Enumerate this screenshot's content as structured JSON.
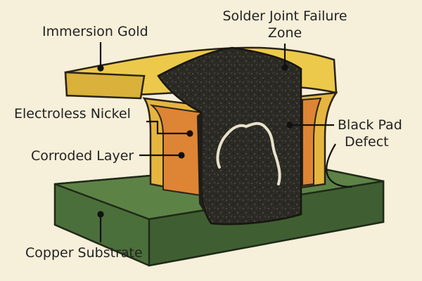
{
  "labels": {
    "immersion_gold": "Immersion Gold",
    "failure_zone_line1": "Solder Joint Failure",
    "failure_zone_line2": "Zone",
    "electroless_nickel": "Electroless Nickel",
    "corroded_layer": "Corroded Layer",
    "black_pad_line1": "Black Pad",
    "black_pad_line2": "Defect",
    "copper_substrate": "Copper Substrate"
  },
  "colors": {
    "background": "#f6efd9",
    "gold": "#ecc94a",
    "nickel": "#e5b53f",
    "corroded": "#dd8534",
    "substrate": "#4b6f3a",
    "black_pad": "#2b2a25",
    "crack": "#e8e2c9"
  }
}
